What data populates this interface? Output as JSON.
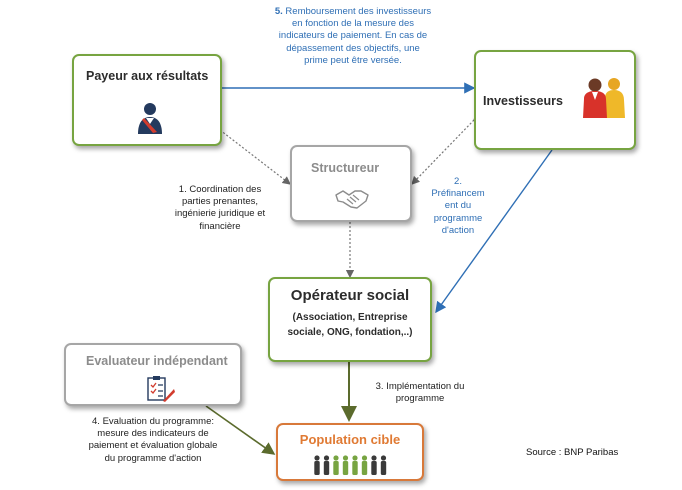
{
  "nodes": {
    "payeur": "Payeur aux résultats",
    "investisseurs": "Investisseurs",
    "structureur": "Structureur",
    "operateur": "Opérateur social",
    "operateur_sub": [
      "(Association, Entreprise",
      "sociale, ONG, fondation,..)"
    ],
    "evaluateur": "Evaluateur indépendant",
    "population": "Population cible"
  },
  "notes": {
    "n5": {
      "num": "5.",
      "lines": [
        "Remboursement des investisseurs",
        "en fonction de la mesure des",
        "indicateurs de paiement. En cas de",
        "dépassement des objectifs, une",
        "prime peut être versée."
      ]
    },
    "n1": {
      "num": "1.",
      "lines": [
        "Coordination des",
        "parties prenantes,",
        "ingénierie juridique et",
        "financière"
      ]
    },
    "n2": {
      "num": "2.",
      "lines": [
        "Préfinancem",
        "ent du",
        "programme",
        "d'action"
      ]
    },
    "n3": {
      "num": "3.",
      "lines": [
        "Implémentation du",
        "programme"
      ]
    },
    "n4": {
      "num": "4.",
      "lines": [
        "Evaluation du programme:",
        "mesure des indicateurs de",
        "paiement et évaluation globale",
        "du programme d'action"
      ]
    }
  },
  "source": "Source : BNP Paribas",
  "colors": {
    "green": "#77a441",
    "blue": "#2f6fb5",
    "gray": "#a6a6a6",
    "orange": "#d8793a",
    "olive": "#5b6b2d"
  }
}
